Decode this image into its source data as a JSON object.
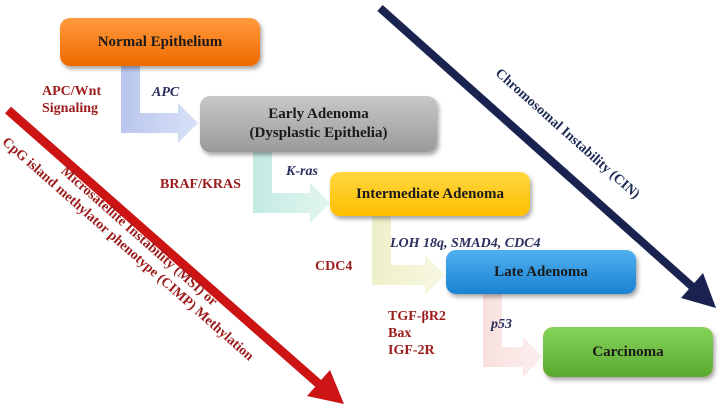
{
  "stages": {
    "normal": "Normal Epithelium",
    "early_line1": "Early Adenoma",
    "early_line2": "(Dysplastic Epithelia)",
    "intermediate": "Intermediate Adenoma",
    "late": "Late Adenoma",
    "carcinoma": "Carcinoma"
  },
  "left_labels": {
    "apc_wnt_line1": "APC/Wnt",
    "apc_wnt_line2": "Signaling",
    "braf_kras": "BRAF/KRAS",
    "cdc4": "CDC4",
    "tgf": "TGF-βR2",
    "bax": "Bax",
    "igf": "IGF-2R"
  },
  "genes": {
    "apc": "APC",
    "kras": "K-ras",
    "loh": "LOH 18q, SMAD4, CDC4",
    "p53": "p53"
  },
  "pathways": {
    "cin": "Chromosomal Instability (CIN)",
    "msi_line1": "Microsatellite Instability (MSI) or",
    "msi_line2": "CpG island methylator phenotype (CIMP) Methylation"
  },
  "colors": {
    "normal": "#f06a00",
    "early": "#9a9a9a",
    "intermediate": "#ffbf00",
    "late": "#1a82d4",
    "carcinoma": "#5aa92e",
    "cin_arrow": "#1a2350",
    "msi_arrow": "#cc1414"
  }
}
